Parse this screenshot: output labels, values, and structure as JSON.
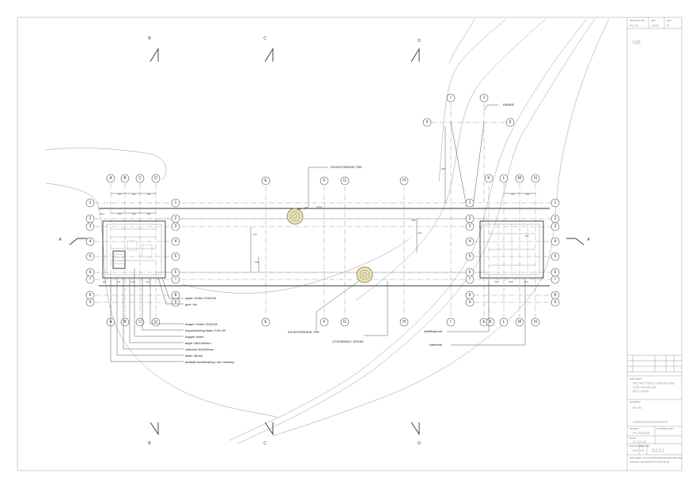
{
  "section_markers": [
    "A",
    "B",
    "C",
    "D"
  ],
  "grid_columns": [
    "A",
    "B",
    "C",
    "D",
    "E",
    "F",
    "G",
    "H",
    "I",
    "J",
    "K",
    "L",
    "M",
    "N"
  ],
  "grid_rows": [
    "0",
    "1",
    "2",
    "3",
    "4",
    "5",
    "6",
    "7",
    "8",
    "9"
  ],
  "labels": {
    "rampe": "RAMPE",
    "eksisterende_tre_top": "EKSISTERENDE TRE",
    "eksisterende_tre_bottom": "EKSISTERENDE TRE",
    "utsparing_i_dekke": "UTSPARING I DEKKE",
    "utstillingsrom": "utstillingsrom",
    "sittebenk": "sittebenk"
  },
  "callouts": [
    "søyle i limtre 215x215",
    "gulv i tre",
    "drager i limtre 215x225",
    "kryssavstiving limtre 215x 90",
    "trapper limtre",
    "søyle 180x180mm",
    "rekkverk 50x150mm",
    "lekter 48x48",
    "skråstilt bordkledning i atr. beboing"
  ],
  "dimensions": {
    "d960": "960",
    "d1815": "1815",
    "d2210": "2210",
    "d3990": "3990",
    "d2867": "2867",
    "d1150": "1150",
    "d1765": "1765",
    "d895": "895",
    "d910": "910",
    "d800": "800",
    "d1000": "1000",
    "d1010": "1010",
    "d1040": "1040",
    "d24510": "24510"
  },
  "title_block": {
    "drawing_number_label": "TEGNING NR",
    "drawing_number": "PLAN",
    "sheet_label": "ARK",
    "sheet": "A101",
    "rev_label": "REV",
    "rev": "B",
    "notes_title": "NB:",
    "project_label": "PROSJEKT",
    "project_lines": [
      "RETRO TRE LANDSKAPE",
      "UTE MUSEUM",
      "BILLASKE"
    ],
    "drawing_title_label": "TEGNING",
    "drawing_title": "PLAN",
    "drawing_subtitle": "ANBUDSTEGNINGER",
    "drawn_label": "TEGNET",
    "drawn_by": "PL/Arkitekt",
    "checked_label": "KONTROLLERT",
    "date_label": "DATO",
    "date": "01.10.16",
    "scale_label": "MÅLESTOKK",
    "scale": "1:50",
    "format_label": "FORMAT",
    "format": "A3",
    "sheet_big": "A101",
    "firm_lines": [
      "PROSJEKT OG KONSTRUKSJON ARKITEKTER",
      "Postboks 123 0000 BY    tlf 00 00 00 00"
    ]
  },
  "colors": {
    "line": "#9a9a9a",
    "dark": "#333333",
    "tree_fill": "#e8e2b8",
    "tree_ring": "#8a8050"
  }
}
